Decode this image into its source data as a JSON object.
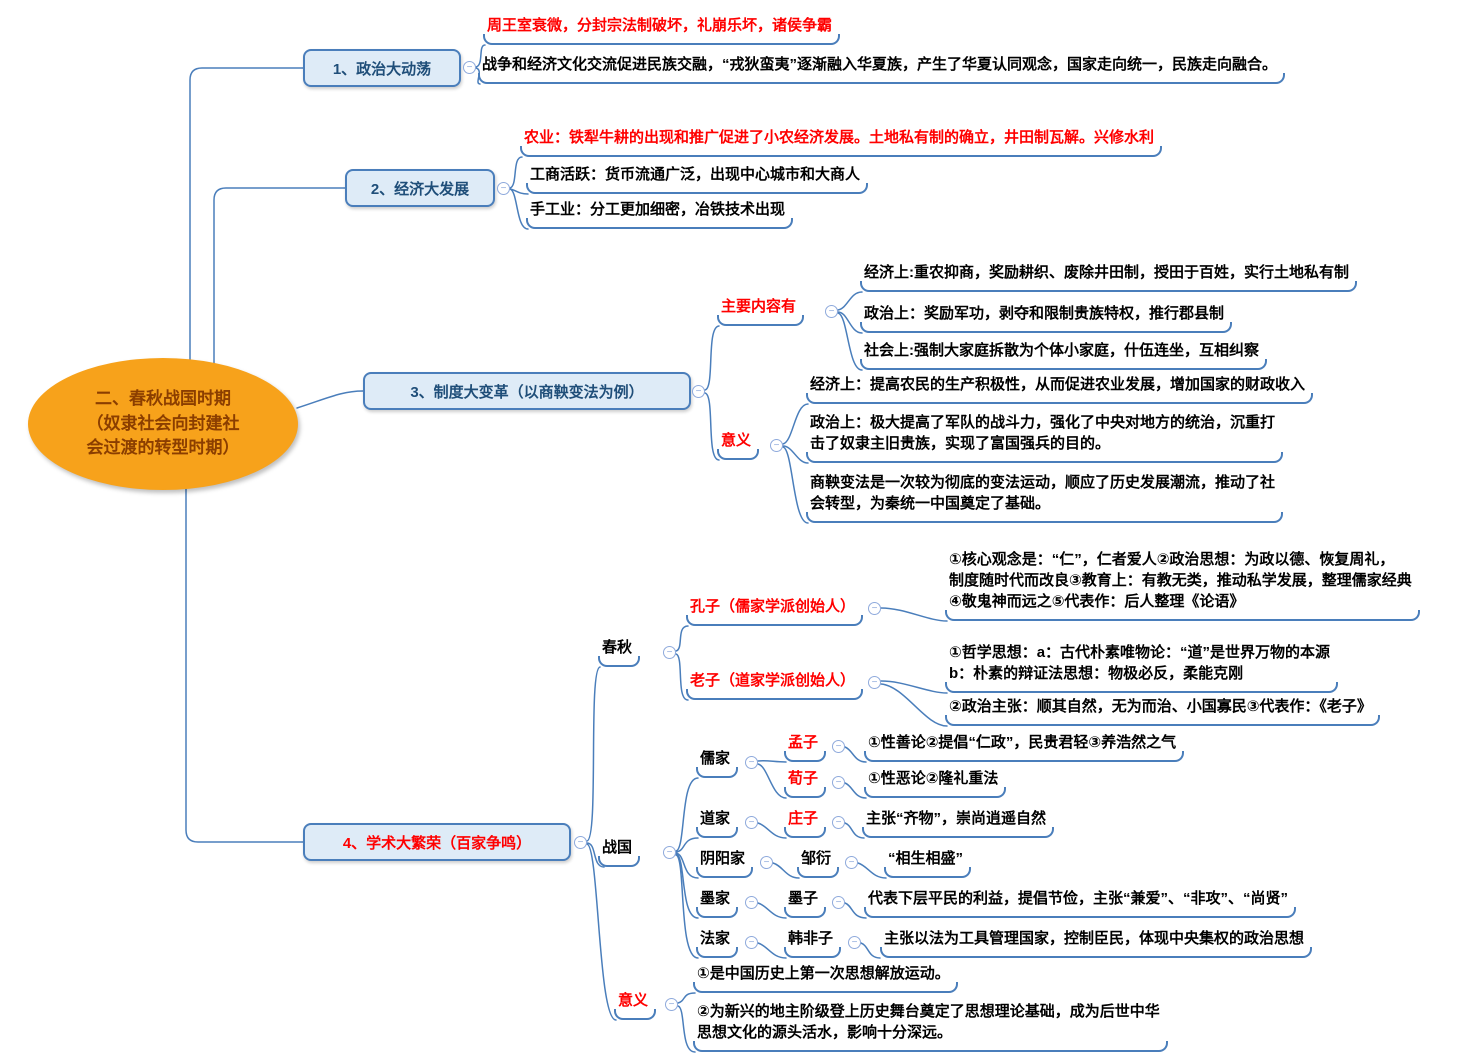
{
  "icons": {
    "collapse": "−"
  },
  "colors": {
    "center_fill": "#F7A21B",
    "node_fill": "#DEEBF7",
    "node_border": "#4A7EBB",
    "line": "#4A7EBB",
    "highlight": "#FF0000",
    "node_text": "#1F4E79"
  },
  "root": {
    "label": "二、春秋战国时期\n（奴隶社会向封建社\n会过渡的转型时期）"
  },
  "b1": {
    "label": "1、政治大动荡",
    "note": "周王室衰微，分封宗法制破坏，礼崩乐坏，诸侯争霸",
    "detail": "战争和经济文化交流促进民族交融，“戎狄蛮夷”逐渐融入华夏族，产生了华夏认同观念，国家走向统一，民族走向融合。"
  },
  "b2": {
    "label": "2、经济大发展",
    "agriculture": "农业：铁犁牛耕的出现和推广促进了小农经济发展。土地私有制的确立，井田制瓦解。兴修水利",
    "commerce": "工商活跃：货币流通广泛，出现中心城市和大商人",
    "handicraft": "手工业：分工更加细密，冶铁技术出现"
  },
  "b3": {
    "label": "3、制度大变革（以商鞅变法为例）",
    "content": {
      "label": "主要内容有",
      "economy": "经济上:重农抑商，奖励耕织、废除井田制，授田于百姓，实行土地私有制",
      "politics": "政治上：奖励军功，剥夺和限制贵族特权，推行郡县制",
      "society": "社会上:强制大家庭拆散为个体小家庭，什伍连坐，互相纠察"
    },
    "meaning": {
      "label": "意义",
      "economy": "经济上：提高农民的生产积极性，从而促进农业发展，增加国家的财政收入",
      "politics": "政治上：极大提高了军队的战斗力，强化了中央对地方的统治，沉重打\n击了奴隶主旧贵族，实现了富国强兵的目的。",
      "overall": "商鞅变法是一次较为彻底的变法运动，顺应了历史发展潮流，推动了社\n会转型，为秦统一中国奠定了基础。"
    }
  },
  "b4": {
    "label": "4、学术大繁荣（百家争鸣）",
    "chunqiu": {
      "label": "春秋",
      "kongzi_label": "孔子（儒家学派创始人）",
      "kongzi_detail": "①核心观念是：“仁”，仁者爱人②政治思想：为政以德、恢复周礼，\n制度随时代而改良③教育上：有教无类，推动私学发展，整理儒家经典\n④敬鬼神而远之⑤代表作：后人整理《论语》",
      "laozi_label": "老子（道家学派创始人）",
      "laozi_detail1": "①哲学思想：a：古代朴素唯物论：“道”是世界万物的本源\nb：朴素的辩证法思想：物极必反，柔能克刚",
      "laozi_detail2": "②政治主张：顺其自然，无为而治、小国寡民③代表作：《老子》"
    },
    "zhanguo": {
      "label": "战国",
      "rujia": "儒家",
      "mengzi": "孟子",
      "mengzi_detail": "①性善论②提倡“仁政”，民贵君轻③养浩然之气",
      "xunzi": "荀子",
      "xunzi_detail": "①性恶论②隆礼重法",
      "daojia": "道家",
      "zhuangzi": "庄子",
      "zhuangzi_detail": "主张“齐物”，崇尚逍遥自然",
      "yinyangjia": "阴阳家",
      "zouyan": "邹衍",
      "zouyan_detail": "“相生相盛”",
      "mojia": "墨家",
      "mozi": "墨子",
      "mozi_detail": "代表下层平民的利益，提倡节俭，主张“兼爱”、“非攻”、“尚贤”",
      "fajia": "法家",
      "hanfeizi": "韩非子",
      "hanfeizi_detail": "主张以法为工具管理国家，控制臣民，体现中央集权的政治思想"
    },
    "meaning": {
      "label": "意义",
      "item1": "①是中国历史上第一次思想解放运动。",
      "item2": "②为新兴的地主阶级登上历史舞台奠定了思想理论基础，成为后世中华\n思想文化的源头活水，影响十分深远。"
    }
  }
}
